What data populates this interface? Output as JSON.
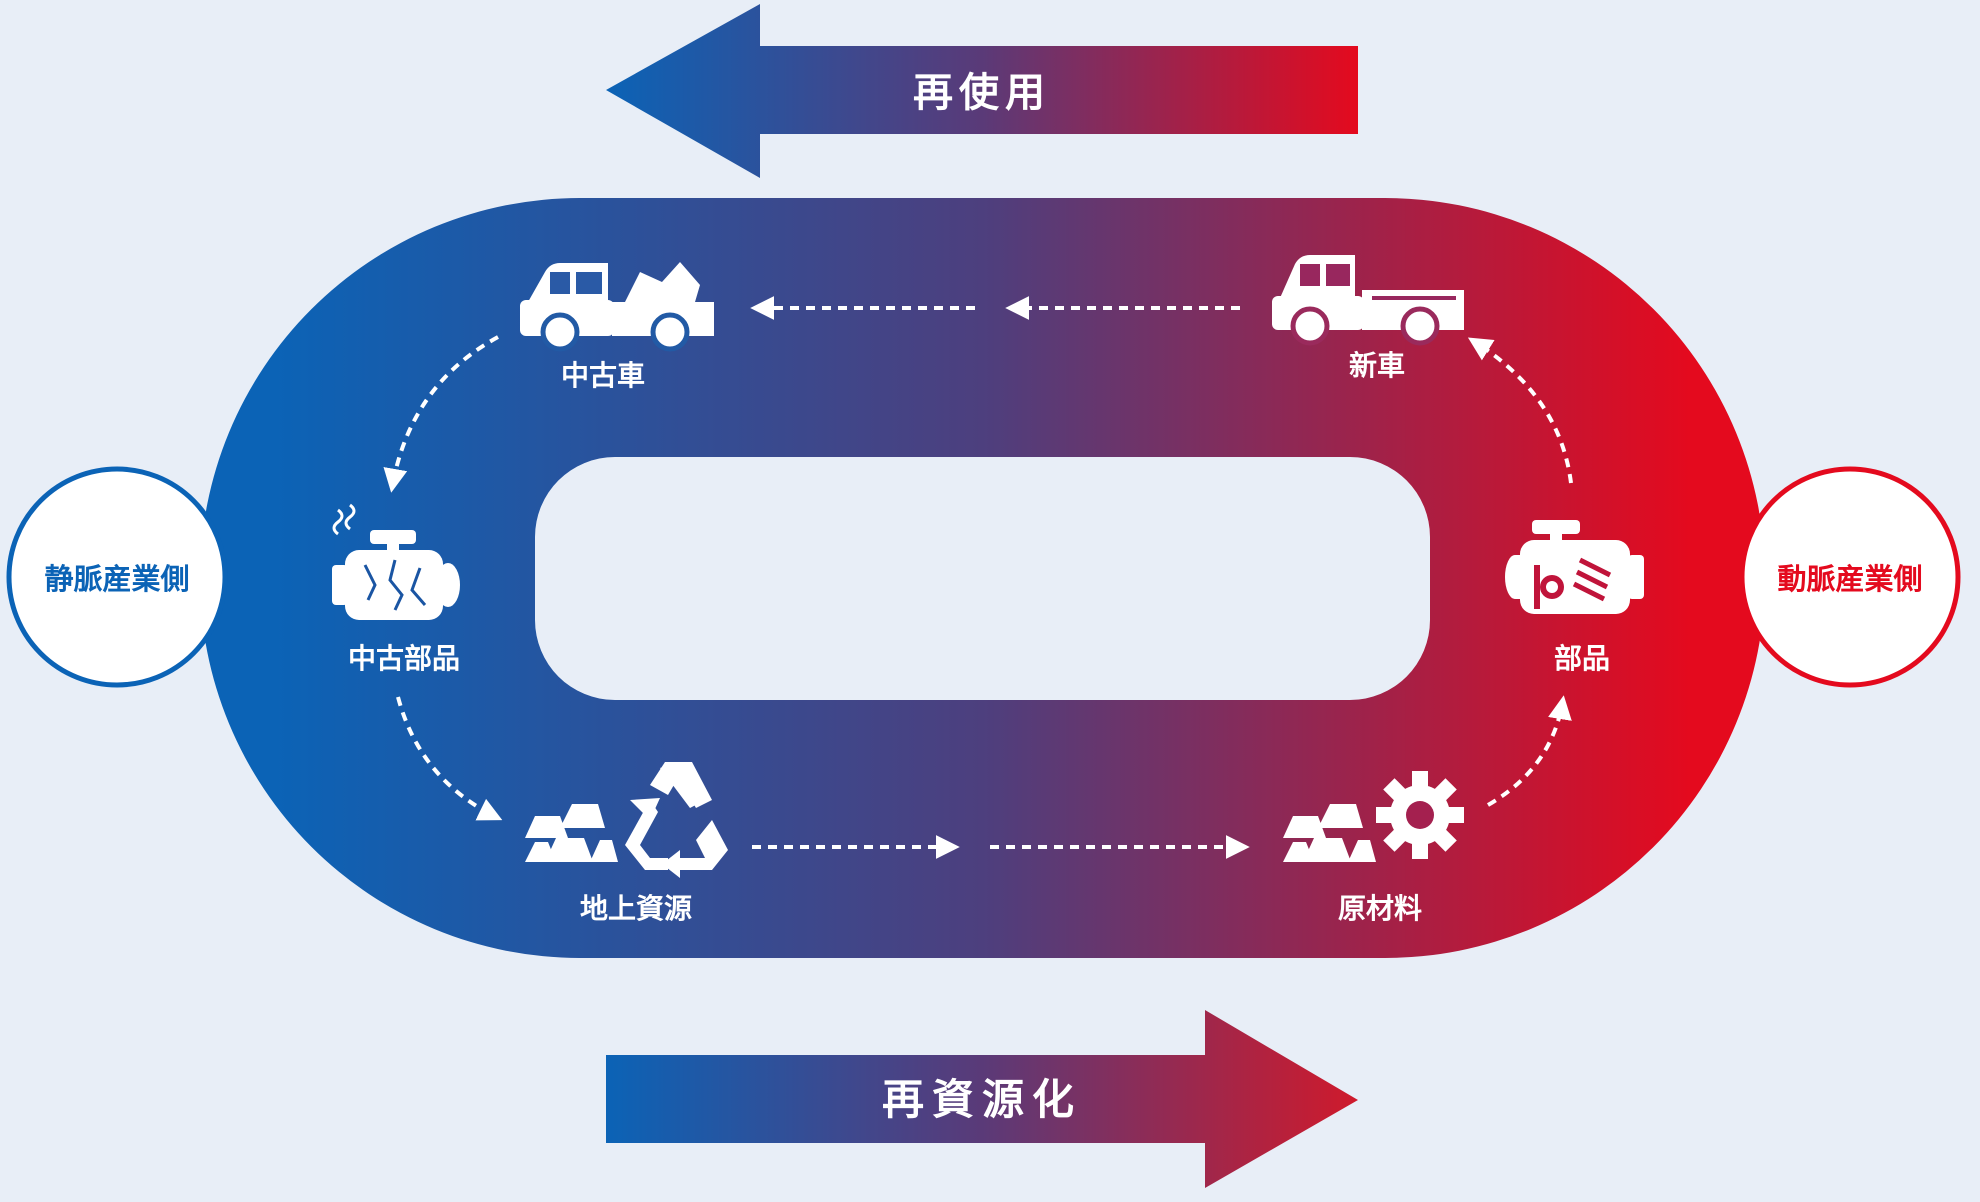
{
  "arrows": {
    "top_label": "再使用",
    "bottom_label": "再資源化"
  },
  "side_labels": {
    "left": "静脈産業側",
    "right": "動脈産業側"
  },
  "nodes": {
    "used_car": "中古車",
    "new_car": "新車",
    "used_parts": "中古部品",
    "parts": "部品",
    "above_ground_resources": "地上資源",
    "raw_materials": "原材料"
  },
  "colors": {
    "background": "#e8eef7",
    "blue": "#0b63b6",
    "purple": "#4d3f7e",
    "red": "#e40a1e",
    "white": "#ffffff"
  },
  "icons": {
    "used_car": "pickup-truck-with-scrap-icon",
    "new_car": "pickup-truck-icon",
    "used_parts": "broken-engine-icon",
    "parts": "engine-icon",
    "above_ground_resources": "ingots-and-recycle-icon",
    "raw_materials": "ingots-and-gear-icon"
  }
}
